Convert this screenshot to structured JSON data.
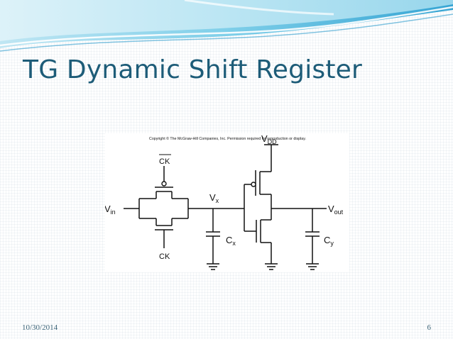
{
  "slide": {
    "title": "TG Dynamic Shift Register",
    "date": "10/30/2014",
    "page_number": "6"
  },
  "figure": {
    "copyright": "Copyright © The McGraw-Hill Companies, Inc. Permission required for reproduction or display.",
    "labels": {
      "vin": "V",
      "vin_sub": "in",
      "vx": "V",
      "vx_sub": "x",
      "vout": "V",
      "vout_sub": "out",
      "vdd": "V",
      "vdd_sub": "DD",
      "ck_bar": "CK",
      "ck": "CK",
      "cx": "C",
      "cx_sub": "x",
      "cy": "C",
      "cy_sub": "y"
    }
  },
  "colors": {
    "title": "#1d5c78",
    "banner_light": "#bfe6f3",
    "banner_mid": "#6cc3e3",
    "banner_dark": "#2f9dcd"
  }
}
